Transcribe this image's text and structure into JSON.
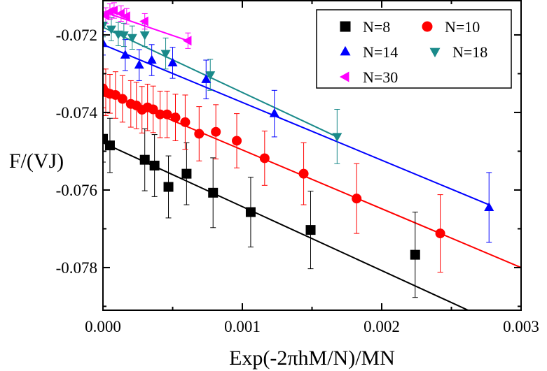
{
  "chart_data": {
    "type": "scatter",
    "xlabel": "Exp(-2πhM/N)/MN",
    "ylabel": "F/(VJ)",
    "xlim": [
      0,
      0.003
    ],
    "ylim": [
      -0.0791,
      -0.0711
    ],
    "xticks": [
      0,
      0.001,
      0.002,
      0.003
    ],
    "xtick_labels": [
      "0.000",
      "0.001",
      "0.002",
      "0.003"
    ],
    "yticks": [
      -0.078,
      -0.076,
      -0.074,
      -0.072
    ],
    "ytick_labels": [
      "-0.078",
      "-0.076",
      "-0.074",
      "-0.072"
    ],
    "legend_position": "top-right",
    "series": [
      {
        "name": "N=8",
        "color": "#000000",
        "marker": "square",
        "points": [
          {
            "x": 0.0,
            "y": -0.07468,
            "err": 0.0006
          },
          {
            "x": 5e-05,
            "y": -0.07485,
            "err": 0.0007
          },
          {
            "x": 0.0003,
            "y": -0.07522,
            "err": 0.0008
          },
          {
            "x": 0.00037,
            "y": -0.07537,
            "err": 0.0008
          },
          {
            "x": 0.00047,
            "y": -0.07592,
            "err": 0.0008
          },
          {
            "x": 0.0006,
            "y": -0.07558,
            "err": 0.0008
          },
          {
            "x": 0.00079,
            "y": -0.07607,
            "err": 0.0009
          },
          {
            "x": 0.00106,
            "y": -0.07657,
            "err": 0.0009
          },
          {
            "x": 0.00149,
            "y": -0.07703,
            "err": 0.001
          },
          {
            "x": 0.00224,
            "y": -0.07767,
            "err": 0.0011
          }
        ],
        "fit": {
          "x": [
            0,
            0.00262
          ],
          "y": [
            -0.07478,
            -0.0791
          ]
        }
      },
      {
        "name": "N=10",
        "color": "#ff0000",
        "marker": "circle",
        "points": [
          {
            "x": 0.0,
            "y": -0.07338,
            "err": 0.0005
          },
          {
            "x": 2e-05,
            "y": -0.07348,
            "err": 0.0006
          },
          {
            "x": 5e-05,
            "y": -0.07352,
            "err": 0.0005
          },
          {
            "x": 9e-05,
            "y": -0.07355,
            "err": 0.0006
          },
          {
            "x": 0.00014,
            "y": -0.07365,
            "err": 0.0006
          },
          {
            "x": 0.0002,
            "y": -0.07378,
            "err": 0.0006
          },
          {
            "x": 0.00024,
            "y": -0.07382,
            "err": 0.0006
          },
          {
            "x": 0.00028,
            "y": -0.07393,
            "err": 0.0006
          },
          {
            "x": 0.00032,
            "y": -0.07387,
            "err": 0.0006
          },
          {
            "x": 0.00036,
            "y": -0.07392,
            "err": 0.0006
          },
          {
            "x": 0.00041,
            "y": -0.07405,
            "err": 0.0006
          },
          {
            "x": 0.00046,
            "y": -0.07405,
            "err": 0.0006
          },
          {
            "x": 0.00052,
            "y": -0.07413,
            "err": 0.0006
          },
          {
            "x": 0.00059,
            "y": -0.07425,
            "err": 0.0007
          },
          {
            "x": 0.00069,
            "y": -0.07455,
            "err": 0.0007
          },
          {
            "x": 0.00081,
            "y": -0.0745,
            "err": 0.0007
          },
          {
            "x": 0.00096,
            "y": -0.07473,
            "err": 0.0007
          },
          {
            "x": 0.00116,
            "y": -0.07518,
            "err": 0.0007
          },
          {
            "x": 0.00144,
            "y": -0.07558,
            "err": 0.0008
          },
          {
            "x": 0.00182,
            "y": -0.07622,
            "err": 0.0009
          },
          {
            "x": 0.00242,
            "y": -0.07712,
            "err": 0.001
          }
        ],
        "fit": {
          "x": [
            0,
            0.003
          ],
          "y": [
            -0.07345,
            -0.078
          ]
        }
      },
      {
        "name": "N=14",
        "color": "#0000ff",
        "marker": "triangle-up",
        "points": [
          {
            "x": 0.0,
            "y": -0.07222,
            "err": 0.0003
          },
          {
            "x": 0.00016,
            "y": -0.07252,
            "err": 0.0004
          },
          {
            "x": 0.00026,
            "y": -0.07278,
            "err": 0.0004
          },
          {
            "x": 0.00035,
            "y": -0.07265,
            "err": 0.0004
          },
          {
            "x": 0.0005,
            "y": -0.07272,
            "err": 0.0004
          },
          {
            "x": 0.00074,
            "y": -0.07315,
            "err": 0.0005
          },
          {
            "x": 0.00123,
            "y": -0.07403,
            "err": 0.0006
          },
          {
            "x": 0.00277,
            "y": -0.07645,
            "err": 0.0009
          }
        ],
        "fit": {
          "x": [
            0,
            0.00277
          ],
          "y": [
            -0.07225,
            -0.07638
          ]
        }
      },
      {
        "name": "N=18",
        "color": "#1a8a8a",
        "marker": "triangle-down",
        "points": [
          {
            "x": 0.0,
            "y": -0.07175,
            "err": 0.0003
          },
          {
            "x": 6e-05,
            "y": -0.07185,
            "err": 0.0003
          },
          {
            "x": 0.00011,
            "y": -0.07198,
            "err": 0.0003
          },
          {
            "x": 0.00015,
            "y": -0.072,
            "err": 0.0003
          },
          {
            "x": 0.00021,
            "y": -0.07207,
            "err": 0.0003
          },
          {
            "x": 0.0003,
            "y": -0.072,
            "err": 0.0003
          },
          {
            "x": 0.00045,
            "y": -0.07248,
            "err": 0.0004
          },
          {
            "x": 0.00077,
            "y": -0.07303,
            "err": 0.0004
          },
          {
            "x": 0.00168,
            "y": -0.07462,
            "err": 0.0007
          }
        ],
        "fit": {
          "x": [
            0,
            0.00168
          ],
          "y": [
            -0.0718,
            -0.07463
          ]
        }
      },
      {
        "name": "N=30",
        "color": "#ff00ff",
        "marker": "triangle-left",
        "points": [
          {
            "x": 2e-05,
            "y": -0.0715,
            "err": 0.0002
          },
          {
            "x": 5e-05,
            "y": -0.0714,
            "err": 0.0002
          },
          {
            "x": 8e-05,
            "y": -0.07137,
            "err": 0.0002
          },
          {
            "x": 0.00013,
            "y": -0.07145,
            "err": 0.0002
          },
          {
            "x": 0.00017,
            "y": -0.07152,
            "err": 0.0002
          },
          {
            "x": 0.0003,
            "y": -0.07165,
            "err": 0.0002
          },
          {
            "x": 0.00061,
            "y": -0.07215,
            "err": 0.0002
          }
        ],
        "fit": {
          "x": [
            0,
            0.00061
          ],
          "y": [
            -0.0714,
            -0.07215
          ]
        }
      }
    ]
  }
}
